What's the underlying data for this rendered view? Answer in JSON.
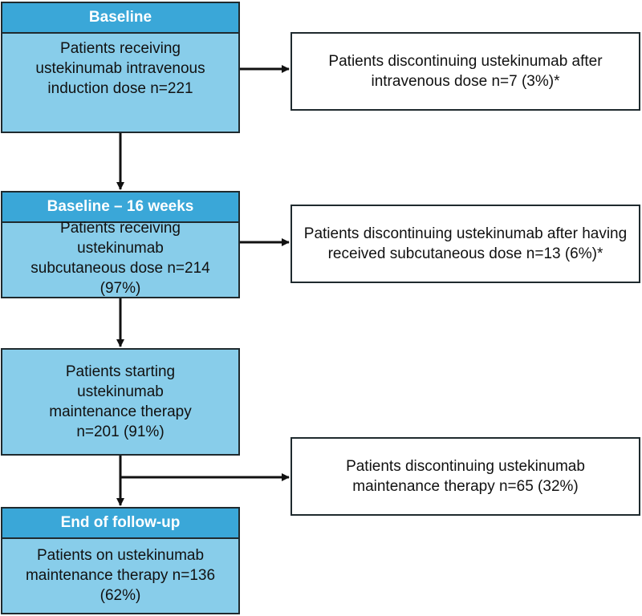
{
  "flow": {
    "stage1": {
      "header": "Baseline",
      "text": "Patients receiving ustekinumab intravenous induction dose n=221"
    },
    "side1": {
      "text": "Patients discontinuing ustekinumab after intravenous dose n=7 (3%)*"
    },
    "stage2": {
      "header": "Baseline – 16 weeks",
      "text": "Patients receiving ustekinumab subcutaneous dose n=214 (97%)"
    },
    "side2": {
      "text": "Patients discontinuing ustekinumab after having received subcutaneous dose n=13 (6%)*"
    },
    "stage3": {
      "text": "Patients starting ustekinumab maintenance therapy n=201 (91%)"
    },
    "side3": {
      "text": "Patients discontinuing ustekinumab maintenance therapy n=65 (32%)"
    },
    "stage4": {
      "header": "End of follow-up",
      "text": "Patients on ustekinumab maintenance therapy n=136 (62%)"
    }
  },
  "colors": {
    "header_fill": "#3aa7d8",
    "box_fill": "#88cdea",
    "border": "#1f2a2e"
  }
}
